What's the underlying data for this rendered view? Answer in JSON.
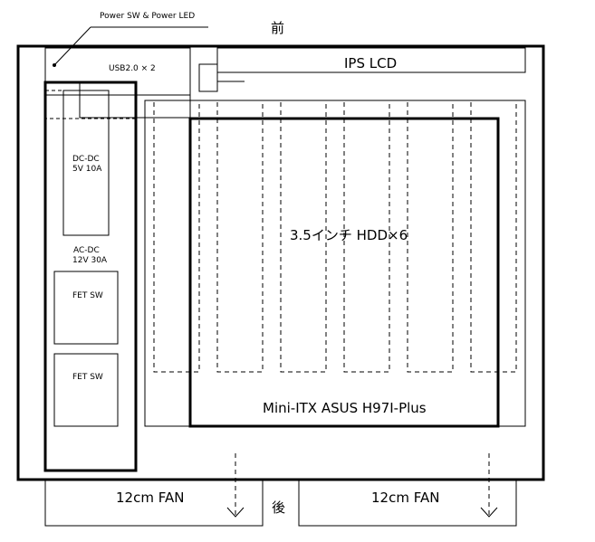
{
  "labels": {
    "power_sw": "Power SW & Power LED",
    "front": "前",
    "back": "後",
    "usb": "USB2.0 × 2",
    "ips_lcd": "IPS LCD",
    "dcdc_line1": "DC-DC",
    "dcdc_line2": "5V 10A",
    "acdc_line1": "AC-DC",
    "acdc_line2": "12V 30A",
    "fet_sw_1": "FET SW",
    "fet_sw_2": "FET SW",
    "hdd": "3.5インチ HDD×6",
    "mobo": "Mini-ITX ASUS H97I-Plus",
    "fan_left": "12cm FAN",
    "fan_right": "12cm FAN"
  }
}
